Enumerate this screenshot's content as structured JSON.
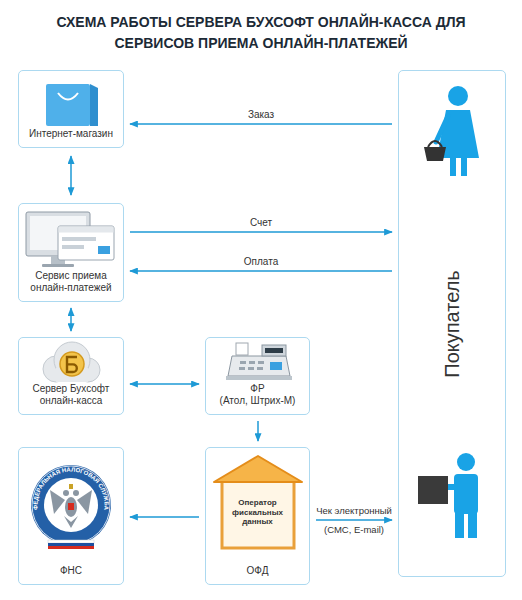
{
  "diagram": {
    "title": "СХЕМА РАБОТЫ СЕРВЕРА БУХСОФТ ОНЛАЙН-КАССА ДЛЯ СЕРВИСОВ ПРИЕМА ОНЛАЙН-ПЛАТЕЖЕЙ",
    "nodes": [
      {
        "text": [
          "Интернет-магазин"
        ]
      },
      {
        "text": [
          "Сервис приема онлайн-платежей"
        ]
      },
      {
        "text": [
          "Сервер Бухсофт онлайн-касса"
        ]
      },
      {
        "text": [
          "ФР",
          "(Атол, Штрих-М)"
        ]
      },
      {
        "text": [
          "ФНС"
        ]
      },
      {
        "text": [
          "Оператор фискальных данных",
          "ОФД"
        ]
      },
      {
        "text": [
          "Покупатель"
        ]
      }
    ],
    "edges": [
      {
        "from": 6,
        "to": 0,
        "label": "Заказ",
        "arrow": "to"
      },
      {
        "from": 0,
        "to": 1,
        "arrow": "both"
      },
      {
        "from": 1,
        "to": 6,
        "label": "Счет",
        "arrow": "to"
      },
      {
        "from": 6,
        "to": 1,
        "label": "Оплата",
        "arrow": "to"
      },
      {
        "from": 1,
        "to": 2,
        "arrow": "both"
      },
      {
        "from": 2,
        "to": 3,
        "arrow": "both"
      },
      {
        "from": 3,
        "to": 5,
        "arrow": "to"
      },
      {
        "from": 5,
        "to": 4,
        "arrow": "to"
      },
      {
        "from": 5,
        "to": 6,
        "label": "Чек электронный (СМС, E-mail)",
        "arrow": "to"
      }
    ],
    "labels": [
      "ФЕДЕРАЛЬНАЯ НАЛОГОВАЯ СЛУЖБА"
    ]
  }
}
